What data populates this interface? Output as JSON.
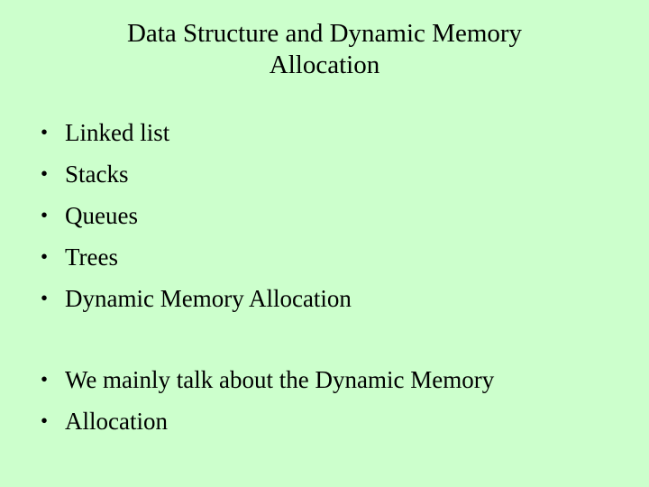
{
  "slide": {
    "background_color": "#CCFFCC",
    "text_color": "#000000",
    "bullet_char": "•",
    "title": {
      "full": "Data Structure and Dynamic Memory Allocation",
      "lines": [
        "Data Structure and Dynamic Memory",
        "Allocation"
      ]
    },
    "topic_list": {
      "items": [
        "Linked list",
        "Stacks",
        "Queues",
        "Trees",
        "Dynamic Memory Allocation"
      ]
    },
    "note_list": {
      "items": [
        "We mainly talk about the Dynamic Memory",
        "Allocation"
      ]
    }
  }
}
